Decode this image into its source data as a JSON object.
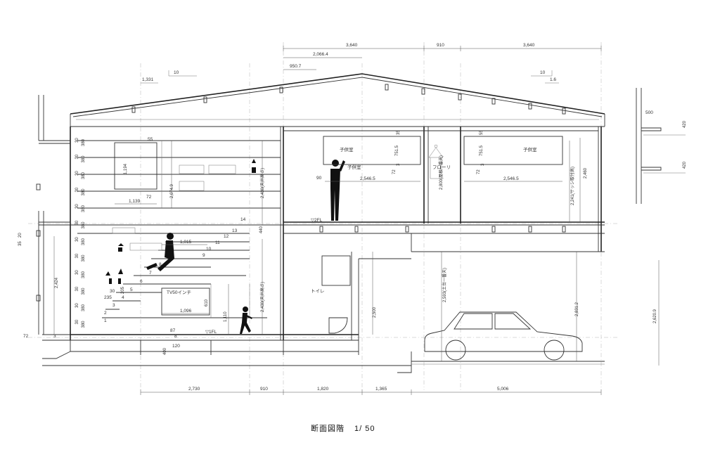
{
  "title": "断面図階",
  "scale": "1/ 50",
  "top_dims": {
    "d1": "3,640",
    "d2": "910",
    "d3": "3,640",
    "d4": "2,066.4",
    "d5": "950.7"
  },
  "roof_slope": {
    "left_num": "10",
    "left_offset": "1,331",
    "right_num": "10",
    "right_offset": "1.6"
  },
  "bottom_dims": [
    "2,730",
    "910",
    "1,820",
    "1,365",
    "5,006"
  ],
  "rooms": {
    "kid1": "子供室",
    "kid2": "子供室",
    "kid3": "子供室",
    "toilet": "トイレ",
    "tv": "TV50インチ"
  },
  "floor_labels": {
    "fl1": "▽1FL",
    "fl2": "▽2FL"
  },
  "heights": {
    "h1": "2,074.9",
    "h2": "2,430(天井高さ)",
    "h3": "2,430(天井高さ)",
    "h4": "2,800(屋根一番天)",
    "h5": "2,241(サッシ取付高)",
    "h6": "2,460",
    "h7": "2,424",
    "h8": "2,500",
    "h9": "2,593(土台一番天)",
    "h10": "2,831.2",
    "h11": "2,620.9",
    "h12": "1,110",
    "h13": "610",
    "h14": "440",
    "h15": "1,194",
    "h16": "751.5",
    "h17": "751.5"
  },
  "widths": {
    "w1": "1,139",
    "w2": "1,015",
    "w3": "1,096",
    "w4": "2,546.5",
    "w5": "2,546.5"
  },
  "steps": [
    "1",
    "2",
    "3",
    "4",
    "5",
    "6",
    "7",
    "8",
    "9",
    "10",
    "11",
    "12",
    "13",
    "14"
  ],
  "left_stack": "380",
  "left_side": {
    "a": "30",
    "b": "72",
    "c": "3",
    "d": "35",
    "e": "20"
  },
  "bottom_small": {
    "a": "400",
    "b": "120",
    "c": "87",
    "d": "8"
  },
  "detail": {
    "a": "500",
    "b": "420",
    "c": "420"
  },
  "misc": {
    "m1": "55",
    "m2": "72",
    "m3": "3",
    "m4": "90",
    "m5": "35",
    "m6": "72",
    "m7": "3",
    "m8": "235",
    "m9": "205",
    "m10": "30",
    "m11": "55",
    "hanger": "フローリ"
  }
}
